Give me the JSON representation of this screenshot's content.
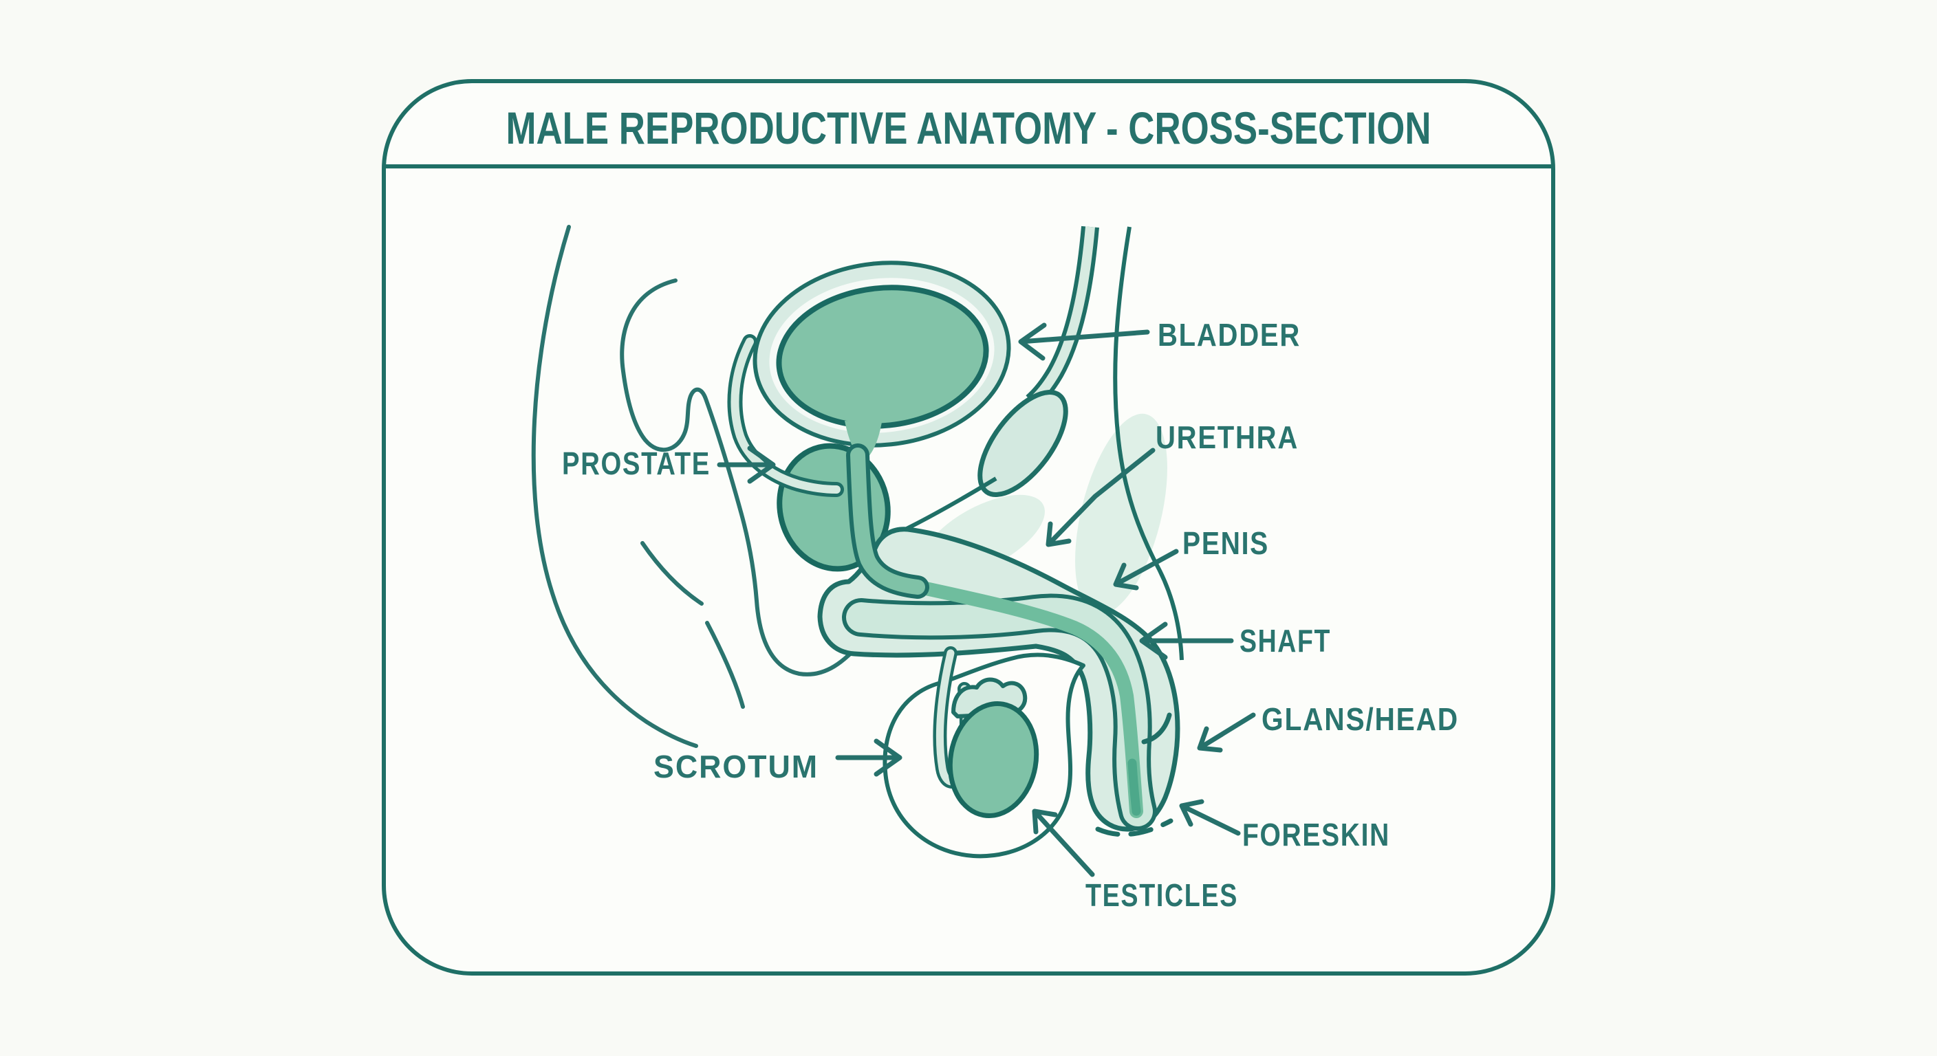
{
  "title": "MALE REPRODUCTIVE ANATOMY - CROSS-SECTION",
  "labels": {
    "bladder": "BLADDER",
    "urethra": "URETHRA",
    "penis": "PENIS",
    "shaft": "SHAFT",
    "glans": "GLANS/HEAD",
    "foreskin": "FORESKIN",
    "prostate": "PROSTATE",
    "scrotum": "SCROTUM",
    "testicles": "TESTICLES"
  },
  "colors": {
    "outline_teal": "#1f6f66",
    "label_teal": "#2a746e",
    "medium_green": "#82c3a8",
    "pale_green": "#d7ebe1",
    "core_green": "#6fbd9e",
    "core_dark": "#4da88a",
    "paper": "#f9faf6"
  }
}
